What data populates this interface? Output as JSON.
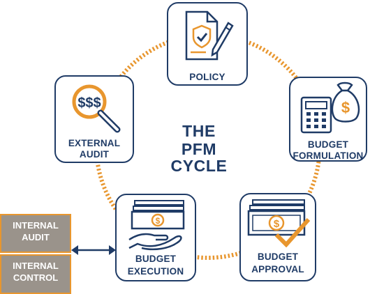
{
  "title_line1": "THE",
  "title_line2": "PFM CYCLE",
  "stages": {
    "policy": {
      "label_line1": "POLICY",
      "icon": "policy-document-pen-icon"
    },
    "budget_formulation": {
      "label_line1": "BUDGET",
      "label_line2": "FORMULATION",
      "icon": "calculator-moneybag-icon"
    },
    "budget_approval": {
      "label_line1": "BUDGET",
      "label_line2": "APPROVAL",
      "icon": "banknotes-checkmark-icon"
    },
    "budget_execution": {
      "label_line1": "BUDGET",
      "label_line2": "EXECUTION",
      "icon": "hand-banknotes-icon"
    },
    "external_audit": {
      "label_line1": "EXTERNAL",
      "label_line2": "AUDIT",
      "icon": "magnifier-dollar-icon"
    }
  },
  "side_controls": {
    "internal_audit": {
      "label_line1": "INTERNAL",
      "label_line2": "AUDIT"
    },
    "internal_control": {
      "label_line1": "INTERNAL",
      "label_line2": "CONTROL"
    }
  },
  "colors": {
    "navy": "#1f3b66",
    "orange": "#e8962e",
    "gray": "#9a938b"
  }
}
